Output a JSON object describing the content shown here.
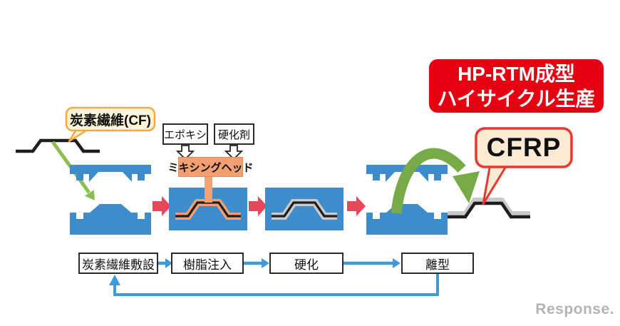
{
  "bubbles": {
    "carbon_fiber": "炭素繊維(CF)",
    "cfrp": "CFRP"
  },
  "materials": {
    "epoxy": "エポキシ",
    "hardener": "硬化剤",
    "mixing_head": "ミキシングヘッド"
  },
  "banner": {
    "line1": "HP-RTM成型",
    "line2": "ハイサイクル生産"
  },
  "process_steps": [
    {
      "label": "炭素繊維敷設"
    },
    {
      "label": "樹脂注入"
    },
    {
      "label": "硬化"
    },
    {
      "label": "離型"
    }
  ],
  "watermark": "Response.",
  "colors": {
    "mold_blue": "#3f8ccc",
    "flow_blue": "#3e9ad9",
    "process_arrow_red": "#e8475a",
    "banner_red": "#e60012",
    "arc_green": "#76ab47",
    "insert_green": "#8bbf52",
    "resin_salmon": "#f2a072",
    "cured_gray": "#c9c9c9",
    "cf_bubble_cream": "#fdf4d7",
    "cf_bubble_border": "#f6a83c",
    "cfrp_bubble_cream": "#fcebd4",
    "cfrp_bubble_border": "#e8372e",
    "watermark_gray": "#b4b4b4"
  }
}
